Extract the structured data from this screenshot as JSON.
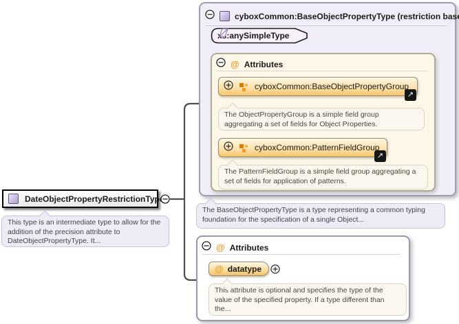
{
  "icons": {
    "at": "@",
    "link_arrow": "↗"
  },
  "colors": {
    "panel_purple_bg": "#f1eef9",
    "panel_cream_bg": "#fcf7e9",
    "chip_orange_top": "#fdf7e2",
    "chip_orange_bottom": "#f8c469",
    "accent_orange": "#f09a28",
    "type_icon_purple": "#b2a0d2",
    "bubble_purple_bg": "#efebf7",
    "bubble_cream_bg": "#fbf7ee",
    "connector": "#4d4d4d"
  },
  "root": {
    "label": "DateObjectPropertyRestrictionType",
    "annotation": "This type is an intermediate type to allow for the addition of the precision attribute to DateObjectPropertyType. It..."
  },
  "base": {
    "title": "cyboxCommon:BaseObjectPropertyType (restriction base)",
    "simple_type": "xs:anySimpleType",
    "attributes": {
      "title": "Attributes",
      "groups": [
        {
          "label": "cyboxCommon:BaseObjectPropertyGroup",
          "annotation": "The ObjectPropertyGroup is a simple field group aggregating a set of fields for Object Properties."
        },
        {
          "label": "cyboxCommon:PatternFieldGroup",
          "annotation": "The PatternFieldGroup is a simple field group aggregating a set of fields for application of patterns."
        }
      ]
    },
    "annotation": "The BaseObjectPropertyType is a type representing a common typing foundation for the specification of a single Object..."
  },
  "local_attributes": {
    "title": "Attributes",
    "attribute": {
      "name": "datatype",
      "annotation": "This attribute is optional and specifies the type of the value of the specified property. If a type different than the..."
    }
  }
}
